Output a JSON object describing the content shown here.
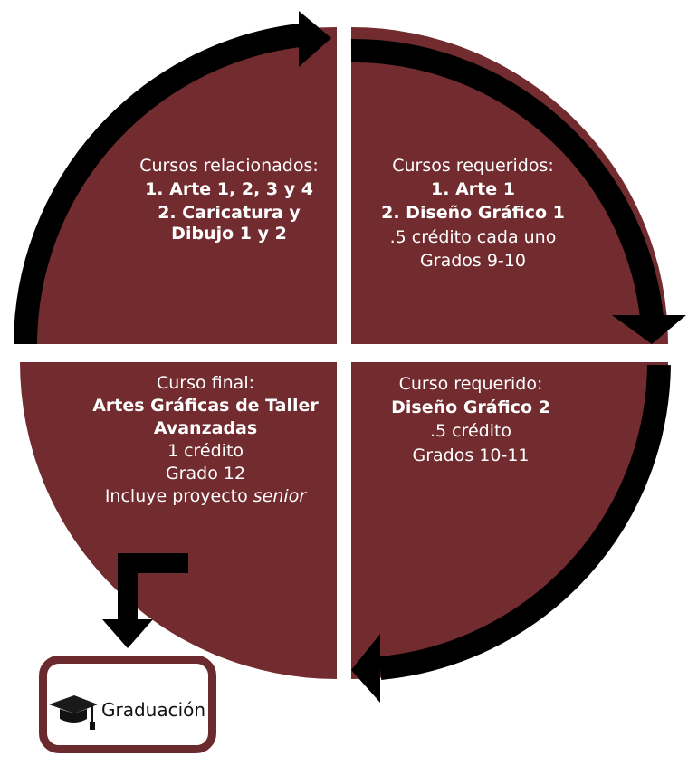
{
  "colors": {
    "quadrant_fill": "#722b2f",
    "arrow": "#000000",
    "box_border": "#6b2a2e"
  },
  "quadrants": {
    "top_left": {
      "heading": "Cursos relacionados:",
      "items": [
        "1. Arte 1, 2, 3 y 4",
        "2. Caricatura y",
        "Dibujo 1 y 2"
      ]
    },
    "top_right": {
      "heading": "Cursos requeridos:",
      "items": [
        "1. Arte 1",
        "2. Diseño Gráfico 1"
      ],
      "credit": ".5 crédito cada uno",
      "grades": "Grados 9-10"
    },
    "bottom_right": {
      "heading": "Curso requerido:",
      "course": "Diseño Gráfico 2",
      "credit": ".5 crédito",
      "grades": "Grados 10-11"
    },
    "bottom_left": {
      "heading": "Curso final:",
      "course_line1": "Artes Gráficas de Taller",
      "course_line2": "Avanzadas",
      "credit": "1 crédito",
      "grade": "Grado 12",
      "note_prefix": "Incluye proyecto ",
      "note_emphasis": "senior"
    }
  },
  "graduation": {
    "label": "Graduación",
    "icon": "graduation-cap-icon"
  }
}
